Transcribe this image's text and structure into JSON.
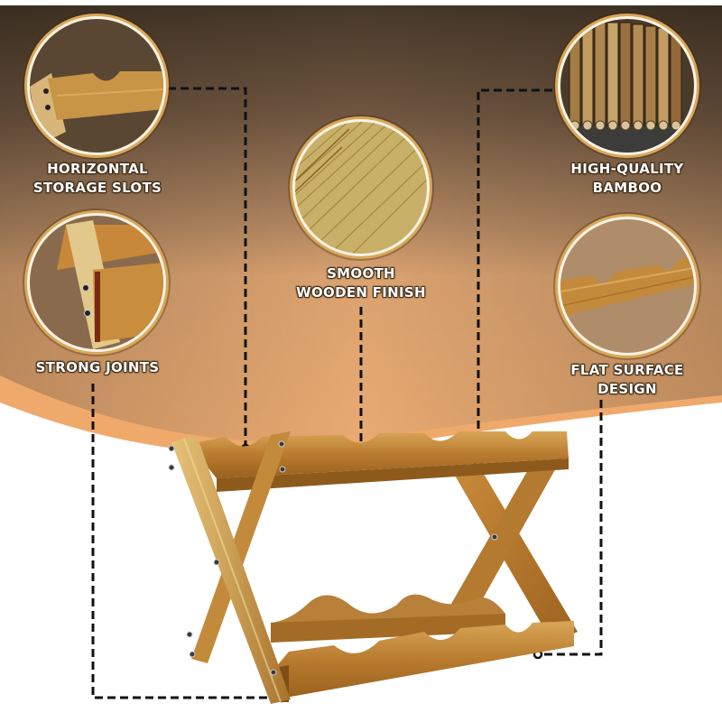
{
  "colors": {
    "bg_top": "#4a3b2c",
    "bg_mid": "#9a7556",
    "bg_bottom": "#e2a06a",
    "curve_band": "#efa86a",
    "white": "#ffffff",
    "bamboo_light": "#e0b56b",
    "bamboo_mid": "#c98f3e",
    "bamboo_dark": "#8f5a1e",
    "dash": "#111111",
    "ring_gold": "#d9a85a"
  },
  "features": [
    {
      "id": "horizontal-storage-slots",
      "line1": "HORIZONTAL",
      "line2": "STORAGE SLOTS",
      "icon": "slot-rail-closeup"
    },
    {
      "id": "high-quality-bamboo",
      "line1": "HIGH-QUALITY",
      "line2": "BAMBOO",
      "icon": "bamboo-poles-closeup"
    },
    {
      "id": "smooth-wooden-finish",
      "line1": "SMOOTH",
      "line2": "WOODEN FINISH",
      "icon": "wood-grain-closeup"
    },
    {
      "id": "strong-joints",
      "line1": "STRONG JOINTS",
      "line2": "",
      "icon": "corner-joint-closeup"
    },
    {
      "id": "flat-surface-design",
      "line1": "FLAT SURFACE",
      "line2": "DESIGN",
      "icon": "notched-rail-closeup"
    }
  ],
  "product": {
    "name": "Foldable bamboo wine rack",
    "top_slots": 4,
    "bottom_slots": 4
  }
}
